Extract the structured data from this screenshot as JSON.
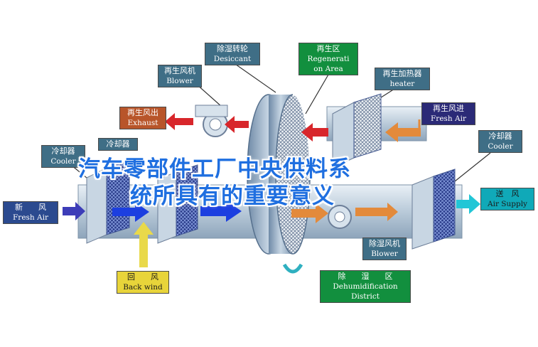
{
  "title_overlay": {
    "line1": "汽车零部件工厂中央供料系",
    "line2": "统所具有的重要意义"
  },
  "labels": {
    "desiccant_wheel": {
      "zh": "除湿转轮",
      "en": "Desiccant"
    },
    "regen_area": {
      "zh": "再生区",
      "en1": "Regenerati",
      "en2": "on Area"
    },
    "regen_blower": {
      "zh": "再生风机",
      "en": "Blower"
    },
    "regen_heater": {
      "zh": "再生加热器",
      "en": "heater"
    },
    "regen_exhaust": {
      "zh": "再生风出",
      "en": "Exhaust"
    },
    "regen_fresh_air": {
      "zh": "再生风进",
      "en": "Fresh Air"
    },
    "cooler_left": {
      "zh": "冷却器",
      "en": "Cooler"
    },
    "cooler_mid": {
      "zh": "冷却器"
    },
    "cooler_right": {
      "zh": "冷却器",
      "en": "Cooler"
    },
    "fresh_air": {
      "zh": "新　　风",
      "en": "Fresh Air"
    },
    "air_supply": {
      "zh": "送　风",
      "en": "Air Supply"
    },
    "back_wind": {
      "zh": "回　　风",
      "en": "Back wind"
    },
    "dehum_blower": {
      "zh": "除湿风机",
      "en": "Blower"
    },
    "dehum_district": {
      "zh": "除　　湿　　区",
      "en1": "Dehumidification",
      "en2": "District"
    }
  },
  "colors": {
    "label_steel": "#3f6e86",
    "label_brown": "#b8552a",
    "label_navy": "#2b2a77",
    "label_teal": "#10a9b8",
    "label_yellow": "#e8d43a",
    "label_green": "#128f3e",
    "arrow_blue": "#1c3fe0",
    "arrow_orange": "#e38a3b",
    "arrow_red": "#d8262b",
    "arrow_yellow": "#e9d94a",
    "arrow_cyan": "#22c6d6",
    "title_blue": "#1f6fe0"
  }
}
